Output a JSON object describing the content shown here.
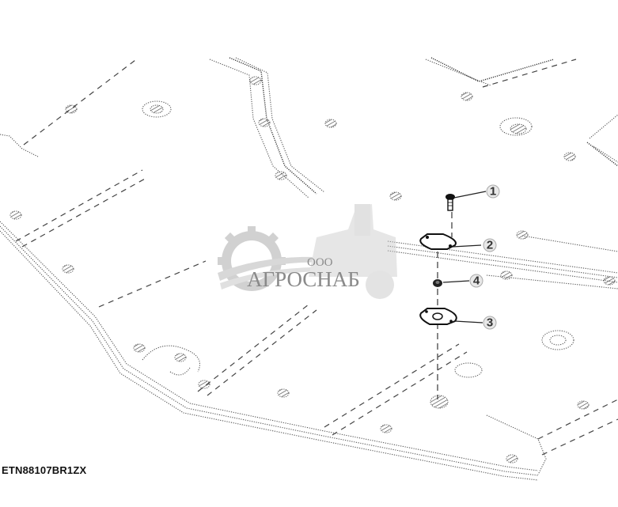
{
  "diagram": {
    "type": "exploded-parts-view",
    "subject": "underbody panel with access cover plate",
    "figure_id": "ETN88107BR1ZX",
    "callouts": [
      {
        "number": "1",
        "part": "screw"
      },
      {
        "number": "2",
        "part": "cover plate"
      },
      {
        "number": "3",
        "part": "gasket"
      },
      {
        "number": "4",
        "part": "nut"
      }
    ],
    "colors": {
      "line": "#444444",
      "part_outline": "#111111",
      "callout_fill": "#e8e8e8",
      "watermark": "#8a8a8a",
      "background": "#ffffff"
    }
  },
  "watermark": {
    "prefix": "ООО",
    "brand": "АГРОСНАБ"
  }
}
